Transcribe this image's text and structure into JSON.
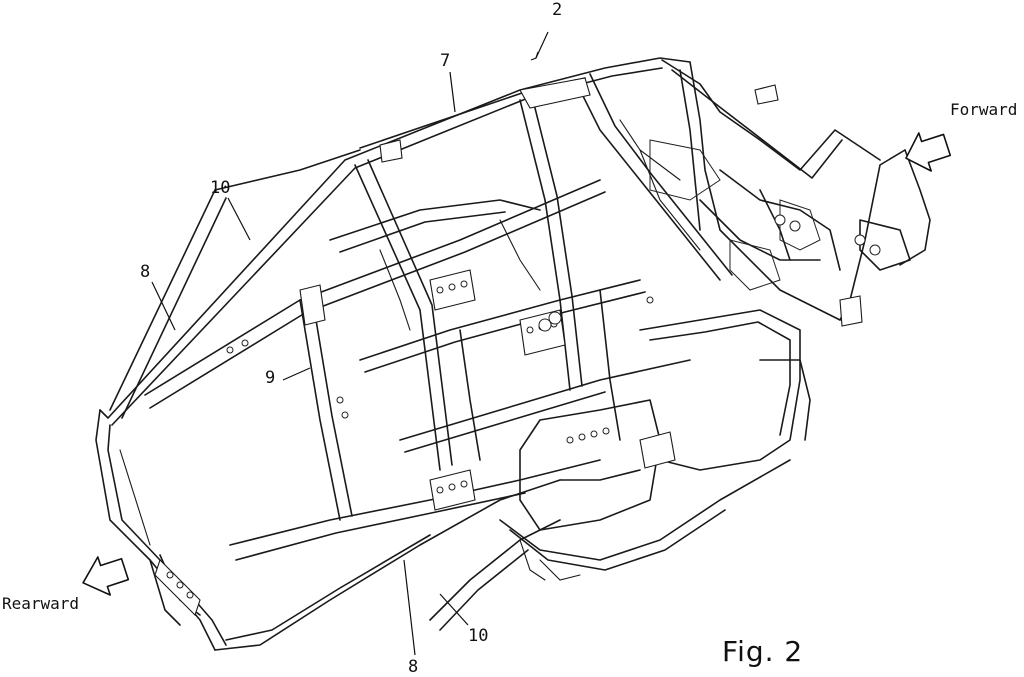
{
  "figure": {
    "caption": "Fig. 2",
    "directions": {
      "forward": "Forward",
      "rearward": "Rearward"
    },
    "reference_numerals": {
      "vehicle_frame": "2",
      "roof_frame": "7",
      "side_member_upper": "8",
      "side_member_lower": "8",
      "pillar": "9",
      "roll_bar_upper": "10",
      "roll_bar_lower": "10"
    }
  },
  "colors": {
    "line": "#1a1a1a",
    "background": "#ffffff"
  }
}
